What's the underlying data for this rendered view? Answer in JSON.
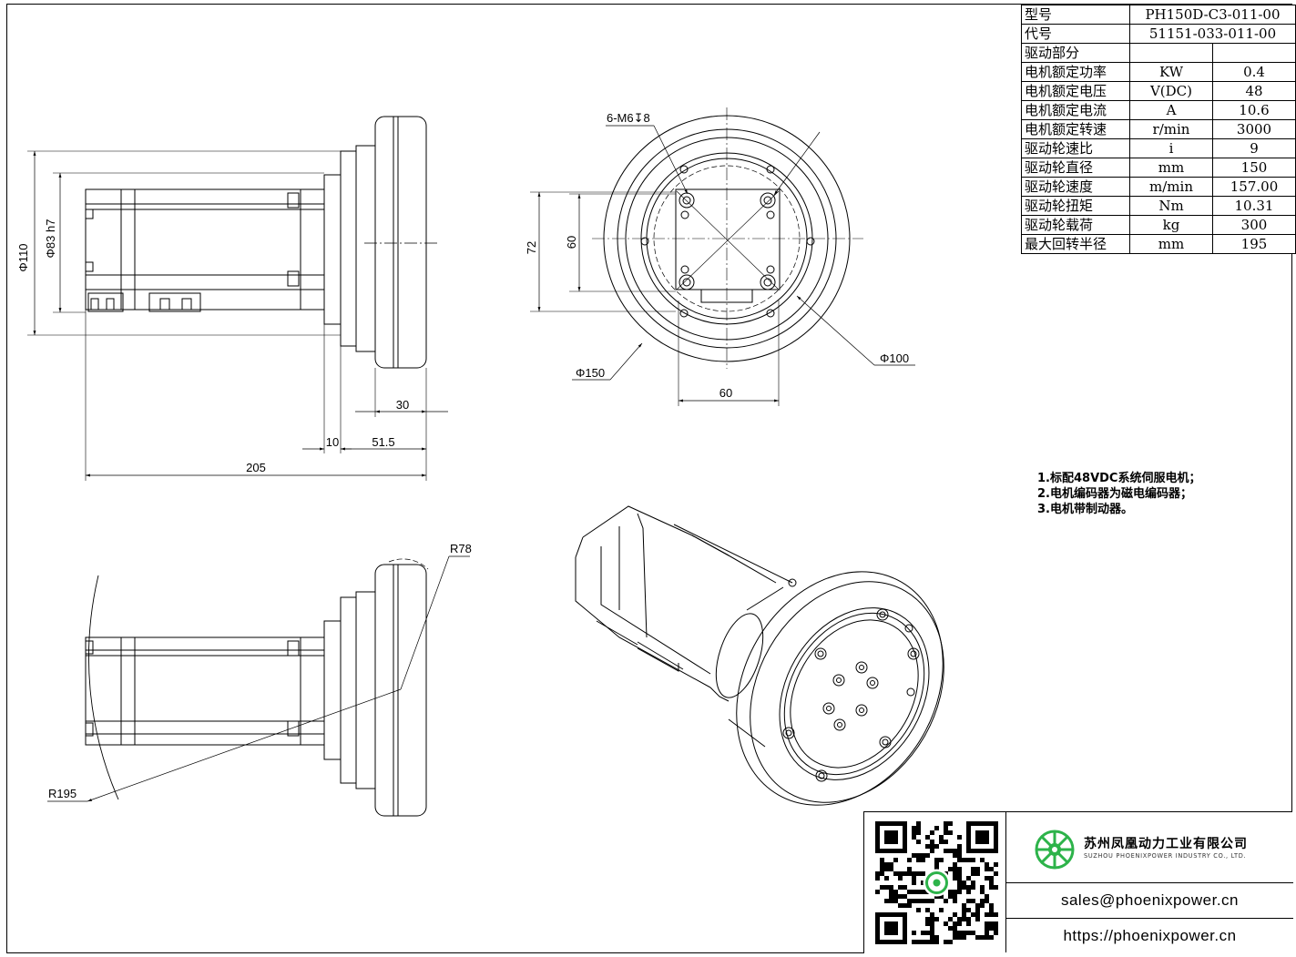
{
  "drawing": {
    "dims": {
      "d110": "Φ110",
      "d83": "Φ83 h7",
      "len205": "205",
      "len10": "10",
      "len51_5": "51.5",
      "len30": "30",
      "thread": "6-M6↧8",
      "d150": "Φ150",
      "d100": "Φ100",
      "d72": "72",
      "d60v": "60",
      "d60h": "60",
      "r78": "R78",
      "r195": "R195"
    }
  },
  "specs": {
    "rows": [
      {
        "label": "型号",
        "value": "PH150D-C3-011-00"
      },
      {
        "label": "代号",
        "value": "51151-033-011-00"
      },
      {
        "label": "驱动部分",
        "unit": "",
        "value": ""
      },
      {
        "label": "电机额定功率",
        "unit": "KW",
        "value": "0.4"
      },
      {
        "label": "电机额定电压",
        "unit": "V(DC)",
        "value": "48"
      },
      {
        "label": "电机额定电流",
        "unit": "A",
        "value": "10.6"
      },
      {
        "label": "电机额定转速",
        "unit": "r/min",
        "value": "3000"
      },
      {
        "label": "驱动轮速比",
        "unit": "i",
        "value": "9"
      },
      {
        "label": "驱动轮直径",
        "unit": "mm",
        "value": "150"
      },
      {
        "label": "驱动轮速度",
        "unit": "m/min",
        "value": "157.00"
      },
      {
        "label": "驱动轮扭矩",
        "unit": "Nm",
        "value": "10.31"
      },
      {
        "label": "驱动轮载荷",
        "unit": "kg",
        "value": "300"
      },
      {
        "label": "最大回转半径",
        "unit": "mm",
        "value": "195"
      }
    ]
  },
  "notes": [
    "1.标配48VDC系统伺服电机；",
    "2.电机编码器为磁电编码器；",
    "3.电机带制动器。"
  ],
  "titleblock": {
    "company_cn": "苏州凤凰动力工业有限公司",
    "company_en": "SUZHOU PHOENIXPOWER INDUSTRY CO., LTD.",
    "email": "sales@phoenixpower.cn",
    "website": "https://phoenixpower.cn",
    "qr_icon": "qr-code-icon",
    "logo_icon": "phoenix-wheel-logo-icon",
    "brand_color": "#2db34a"
  }
}
